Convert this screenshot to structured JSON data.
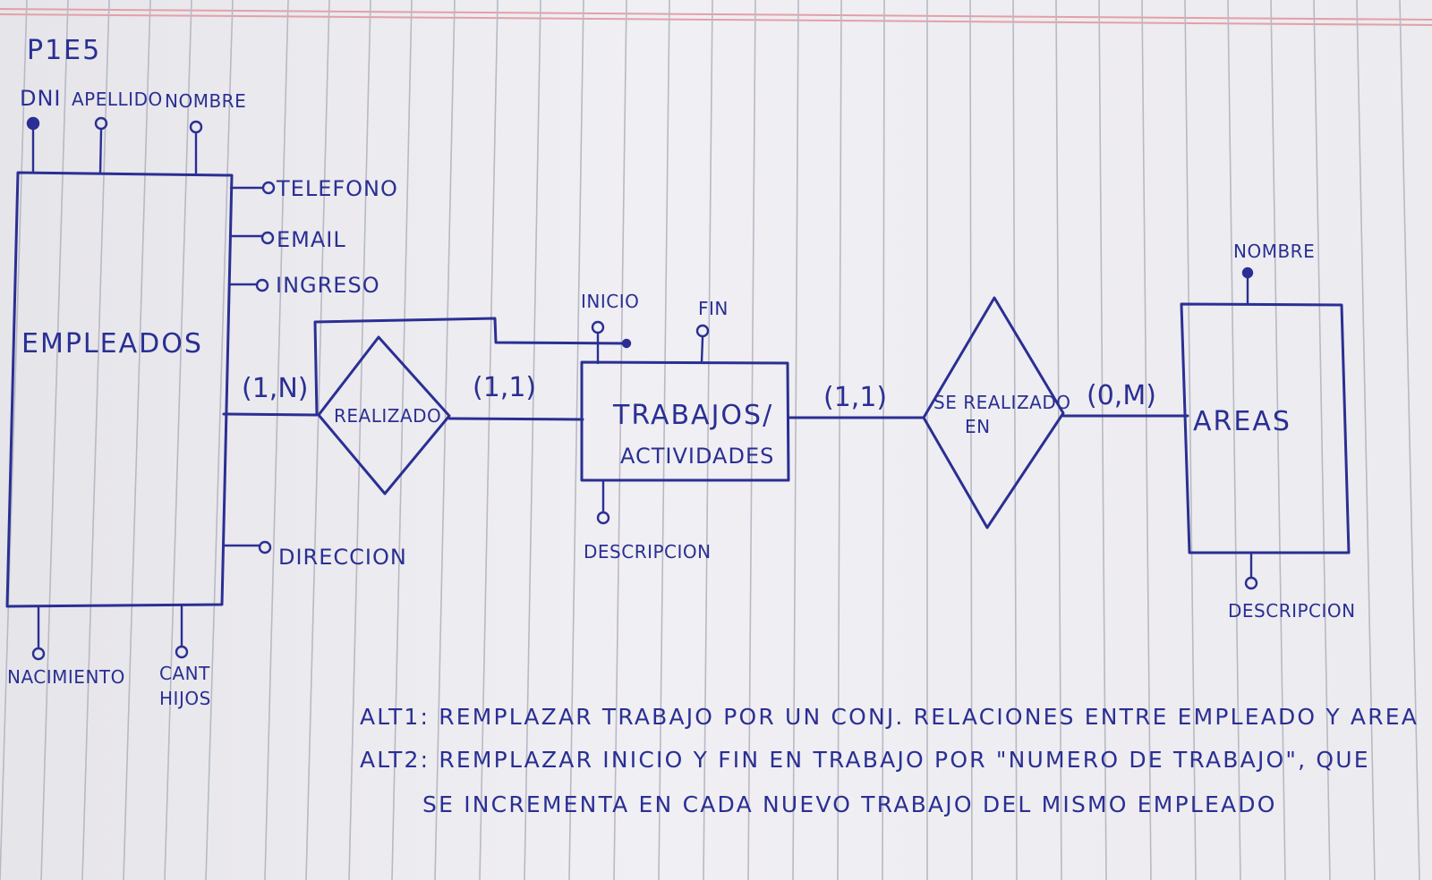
{
  "title": "P1E5",
  "entities": {
    "empleados": {
      "name": "EMPLEADOS",
      "attributes": {
        "dni": "DNI",
        "apellido": "APELLIDO",
        "nombre": "NOMBRE",
        "telefono": "TELEFONO",
        "email": "EMAIL",
        "ingreso": "INGRESO",
        "direccion": "DIRECCION",
        "nacimiento": "NACIMIENTO",
        "cant_hijos_1": "CANT",
        "cant_hijos_2": "HIJOS"
      }
    },
    "trabajos": {
      "name_line1": "TRABAJOS/",
      "name_line2": "ACTIVIDADES",
      "attributes": {
        "inicio": "INICIO",
        "fin": "FIN",
        "descripcion": "DESCRIPCION"
      }
    },
    "areas": {
      "name": "AREAS",
      "attributes": {
        "nombre": "NOMBRE",
        "descripcion": "DESCRIPCION"
      }
    }
  },
  "relationships": {
    "realizado": {
      "name": "REALIZADO",
      "card_left": "(1,N)",
      "card_right": "(1,1)"
    },
    "se_realizado_en": {
      "name_line1": "SE REALIZADO",
      "name_line2": "EN",
      "card_left": "(1,1)",
      "card_right": "(0,M)"
    }
  },
  "notes": {
    "alt1": "ALT1: REMPLAZAR TRABAJO POR UN CONJ. RELACIONES ENTRE EMPLEADO Y AREA",
    "alt2": "ALT2: REMPLAZAR INICIO Y FIN EN TRABAJO POR \"NUMERO DE TRABAJO\", QUE",
    "alt2_cont": "SE INCREMENTA EN CADA NUEVO TRABAJO DEL MISMO EMPLEADO"
  },
  "colors": {
    "ink": "#2a2f93",
    "paper": "#eceaef",
    "rule": "#b9b9c4",
    "margin": "#e3a0a8"
  }
}
